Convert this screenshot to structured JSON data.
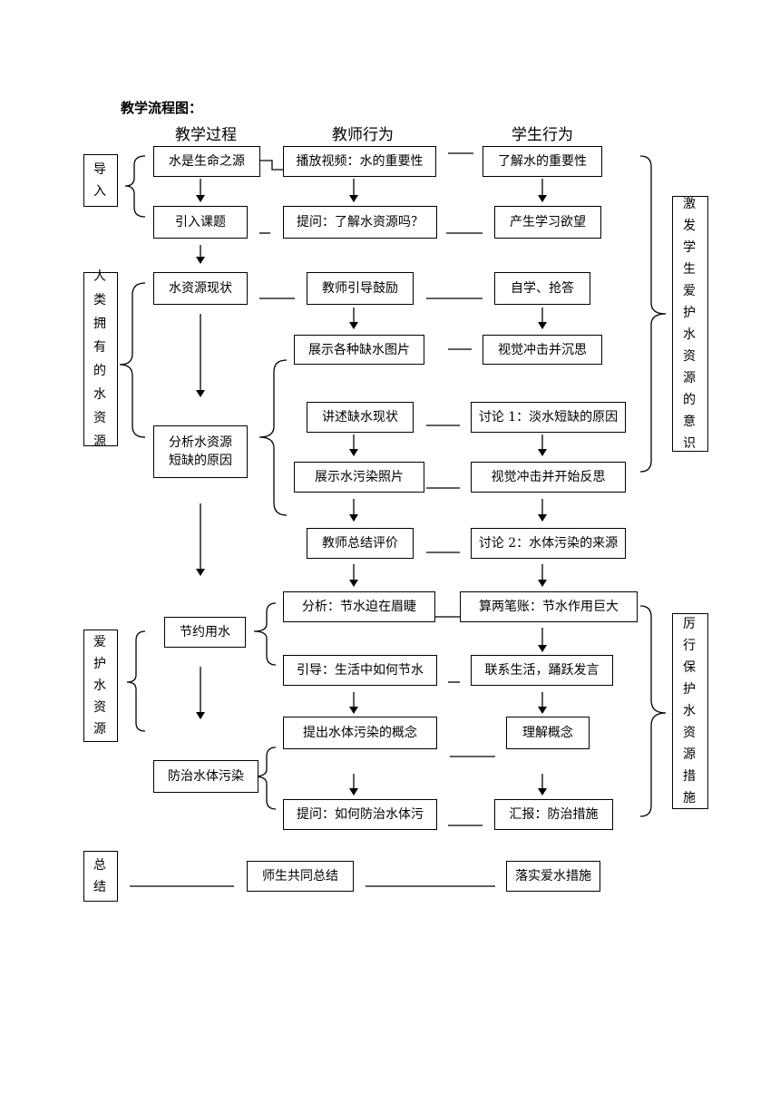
{
  "title": "教学流程图：",
  "columns": {
    "process": "教学过程",
    "teacher": "教师行为",
    "student": "学生行为"
  },
  "stages": {
    "intro": "导入",
    "resources": "人类拥有的水资源",
    "protect": "爱护水资源",
    "summary": "总结"
  },
  "outcomes": {
    "awareness": "激发学生爱护水资源的意识",
    "measures": "厉行保护水资源措施"
  },
  "process_boxes": {
    "p1": "水是生命之源",
    "p2": "引入课题",
    "p3": "水资源现状",
    "p4a": "分析水资源",
    "p4b": "短缺的原因",
    "p5": "节约用水",
    "p6": "防治水体污染"
  },
  "teacher_boxes": {
    "t1": "播放视频：水的重要性",
    "t2": "提问：了解水资源吗？",
    "t3": "教师引导鼓励",
    "t4": "展示各种缺水图片",
    "t5": "讲述缺水现状",
    "t6": "展示水污染照片",
    "t7": "教师总结评价",
    "t8": "分析：节水迫在眉睫",
    "t9": "引导：生活中如何节水",
    "t10": "提出水体污染的概念",
    "t11": "提问：如何防治水体污",
    "t12": "师生共同总结"
  },
  "student_boxes": {
    "s1": "了解水的重要性",
    "s2": "产生学习欲望",
    "s3": "自学、抢答",
    "s4": "视觉冲击并沉思",
    "s5": "讨论 1：淡水短缺的原因",
    "s6": "视觉冲击并开始反思",
    "s7": "讨论 2：水体污染的来源",
    "s8": "算两笔账：节水作用巨大",
    "s9": "联系生活，踊跃发言",
    "s10": "理解概念",
    "s11": "汇报：防治措施",
    "s12": "落实爱水措施"
  }
}
